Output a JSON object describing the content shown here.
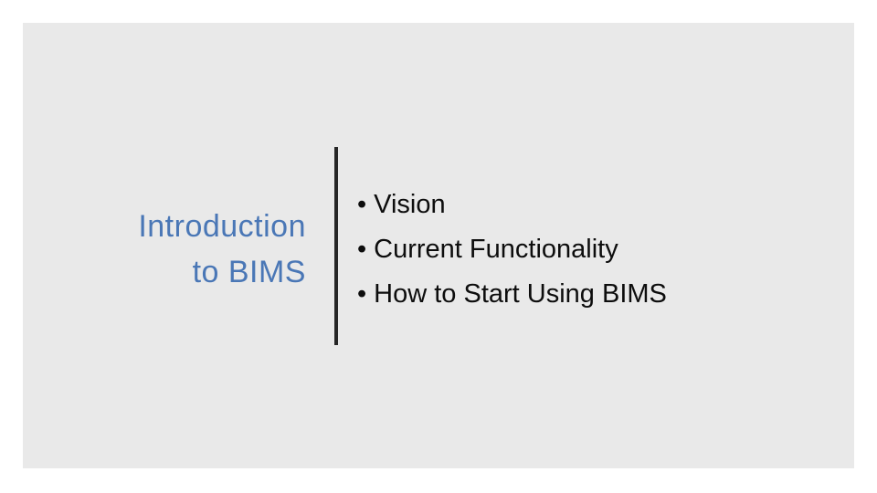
{
  "slide": {
    "background_color": "#e9e9e9",
    "canvas_color": "#ffffff",
    "title": {
      "full_text": "Introduction to BIMS",
      "lines": [
        "Introduction",
        "to BIMS"
      ],
      "color": "#4a77b6"
    },
    "divider_color": "#262626",
    "bullets": {
      "icon": "•",
      "color": "#0d0d0d",
      "items": [
        "Vision",
        "Current Functionality",
        "How to Start Using BIMS"
      ]
    }
  }
}
